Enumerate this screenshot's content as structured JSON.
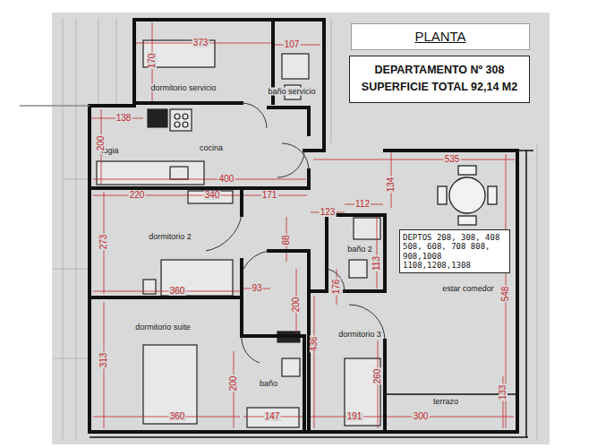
{
  "diagram": {
    "title": "PLANTA",
    "nodes": [
      {
        "text": [
          "DEPARTAMENTO Nº 308",
          "SUPERFICIE TOTAL 92,14 M2"
        ]
      },
      {
        "text": [
          "DEPTOS 208, 308, 408 508, 608, 708 808, 908,1008 1108,1208,1308"
        ]
      }
    ],
    "labels": [
      "dormitorio servicio",
      "baño servicio",
      "cocina",
      "logia",
      "dormitorio 2",
      "baño 2",
      "estar comedor",
      "dormitorio suite",
      "baño",
      "dormitorio 3",
      "terrazo",
      "373",
      "107",
      "170",
      "138",
      "200",
      "400",
      "535",
      "134",
      "220",
      "340",
      "171",
      "123",
      "112",
      "273",
      "88",
      "113",
      "360",
      "93",
      "176",
      "200",
      "548",
      "436",
      "313",
      "260",
      "200",
      "360",
      "147",
      "191",
      "300",
      "133"
    ]
  }
}
